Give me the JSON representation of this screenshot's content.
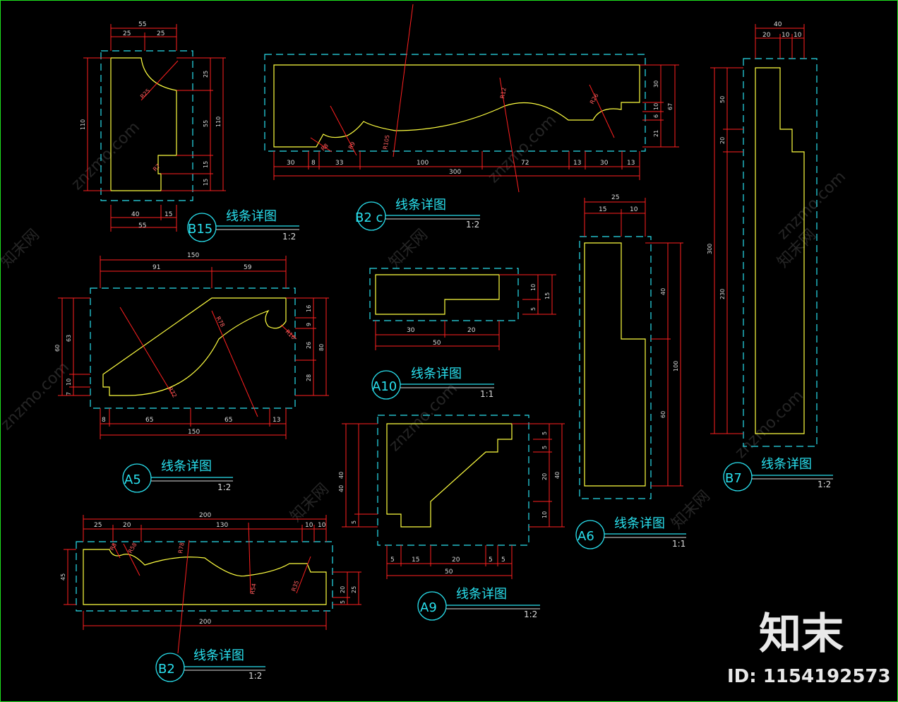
{
  "details": [
    {
      "id": "B15",
      "title": "线条详图",
      "scale": "1:2"
    },
    {
      "id": "B2",
      "title": "线条详图",
      "scale": "1:2",
      "tag_text": "B2 c"
    },
    {
      "id": "A10",
      "title": "线条详图",
      "scale": "1:1"
    },
    {
      "id": "A5",
      "title": "线条详图",
      "scale": "1:2"
    },
    {
      "id": "A9",
      "title": "线条详图",
      "scale": "1:2"
    },
    {
      "id": "A6",
      "title": "线条详图",
      "scale": "1:1"
    },
    {
      "id": "B7",
      "title": "线条详图",
      "scale": "1:2"
    },
    {
      "id": "B2",
      "title": "线条详图",
      "scale": "1:2"
    }
  ],
  "dims": {
    "b15": {
      "top": "55",
      "top_a": "25",
      "top_b": "25",
      "left": "110",
      "right_total": "110",
      "r1": "25",
      "r2": "55",
      "r3": "15",
      "r4": "15",
      "bot_a": "40",
      "bot_b": "15",
      "bot_total": "55",
      "radius": "R25",
      "radius2": "R7"
    },
    "b2c": {
      "b1": "30",
      "b2": "8",
      "b3": "33",
      "b4": "100",
      "b5": "72",
      "b6": "13",
      "b7": "30",
      "b8": "13",
      "total": "300",
      "r1": "30",
      "r2": "10",
      "r3": "6",
      "r4": "21",
      "r_total": "67",
      "rad1": "R12",
      "rad2": "R26",
      "rad3": "R105",
      "rad4": "R8",
      "rad5": "R9"
    },
    "a10": {
      "b1": "30",
      "b2": "20",
      "total": "50",
      "r1": "10",
      "r2": "5",
      "r_total": "15"
    },
    "a5": {
      "top": "150",
      "top_a": "91",
      "top_b": "59",
      "l_total": "60",
      "l1": "63",
      "l2": "10",
      "l3": "7",
      "r1": "16",
      "r2": "9",
      "r3": "26",
      "r4": "28",
      "r_total": "80",
      "b1": "8",
      "b2": "65",
      "b3": "65",
      "b4": "13",
      "b_total": "150",
      "rad1": "R78",
      "rad2": "R72",
      "rad3": "R16"
    },
    "a9": {
      "b1": "5",
      "b2": "15",
      "b3": "20",
      "b4": "5",
      "b5": "5",
      "b_total": "50",
      "l1": "40",
      "l2": "5",
      "r1": "5",
      "r2": "5",
      "r3": "20",
      "r4": "10",
      "r_total": "40"
    },
    "a6": {
      "top": "25",
      "top_a": "15",
      "top_b": "10",
      "r1": "40",
      "r2": "60",
      "r_total": "100"
    },
    "b7": {
      "top": "40",
      "top_a": "20",
      "top_b": "10",
      "top_c": "10",
      "l_total": "300",
      "l1": "50",
      "l2": "20",
      "l3": "230"
    },
    "b2": {
      "top": "200",
      "t1": "25",
      "t2": "20",
      "t3": "130",
      "t4": "10",
      "t5": "10",
      "l1": "45",
      "r1": "20",
      "r2": "5",
      "r_total": "25",
      "b_total": "200",
      "rad1": "R8",
      "rad2": "R58",
      "rad3": "R78",
      "rad4": "R54",
      "rad5": "R35"
    }
  },
  "watermark": {
    "text": "znzmo.com",
    "cn": "知末网"
  },
  "brand": {
    "name": "知末",
    "id_text": "ID: 1154192573"
  },
  "colors": {
    "bg": "#000000",
    "outline": "#ffff40",
    "dash_box": "#29e0ee",
    "dimension": "#ff2020",
    "label": "#29e0ee"
  }
}
